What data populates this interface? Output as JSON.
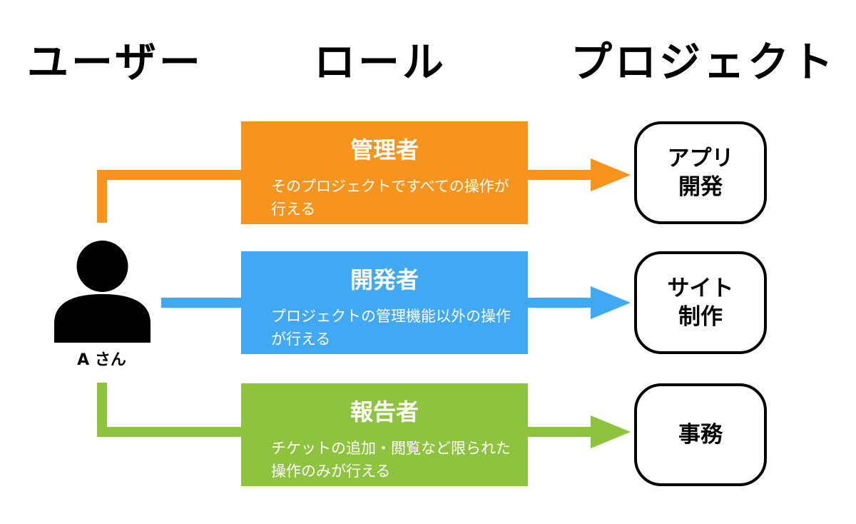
{
  "headers": {
    "user": "ユーザー",
    "role": "ロール",
    "project": "プロジェクト"
  },
  "user": {
    "label": "A さん",
    "icon": "person-icon"
  },
  "roles": [
    {
      "title": "管理者",
      "description": "そのプロジェクトですべての操作が行える",
      "color": "#f7941d"
    },
    {
      "title": "開発者",
      "description": "プロジェクトの管理機能以外の操作が行える",
      "color": "#41a9f4"
    },
    {
      "title": "報告者",
      "description": "チケットの追加・閲覧など限られた操作のみが行える",
      "color": "#8dc33f"
    }
  ],
  "projects": [
    {
      "name": "アプリ\n開発"
    },
    {
      "name": "サイト\n制作"
    },
    {
      "name": "事務"
    }
  ]
}
